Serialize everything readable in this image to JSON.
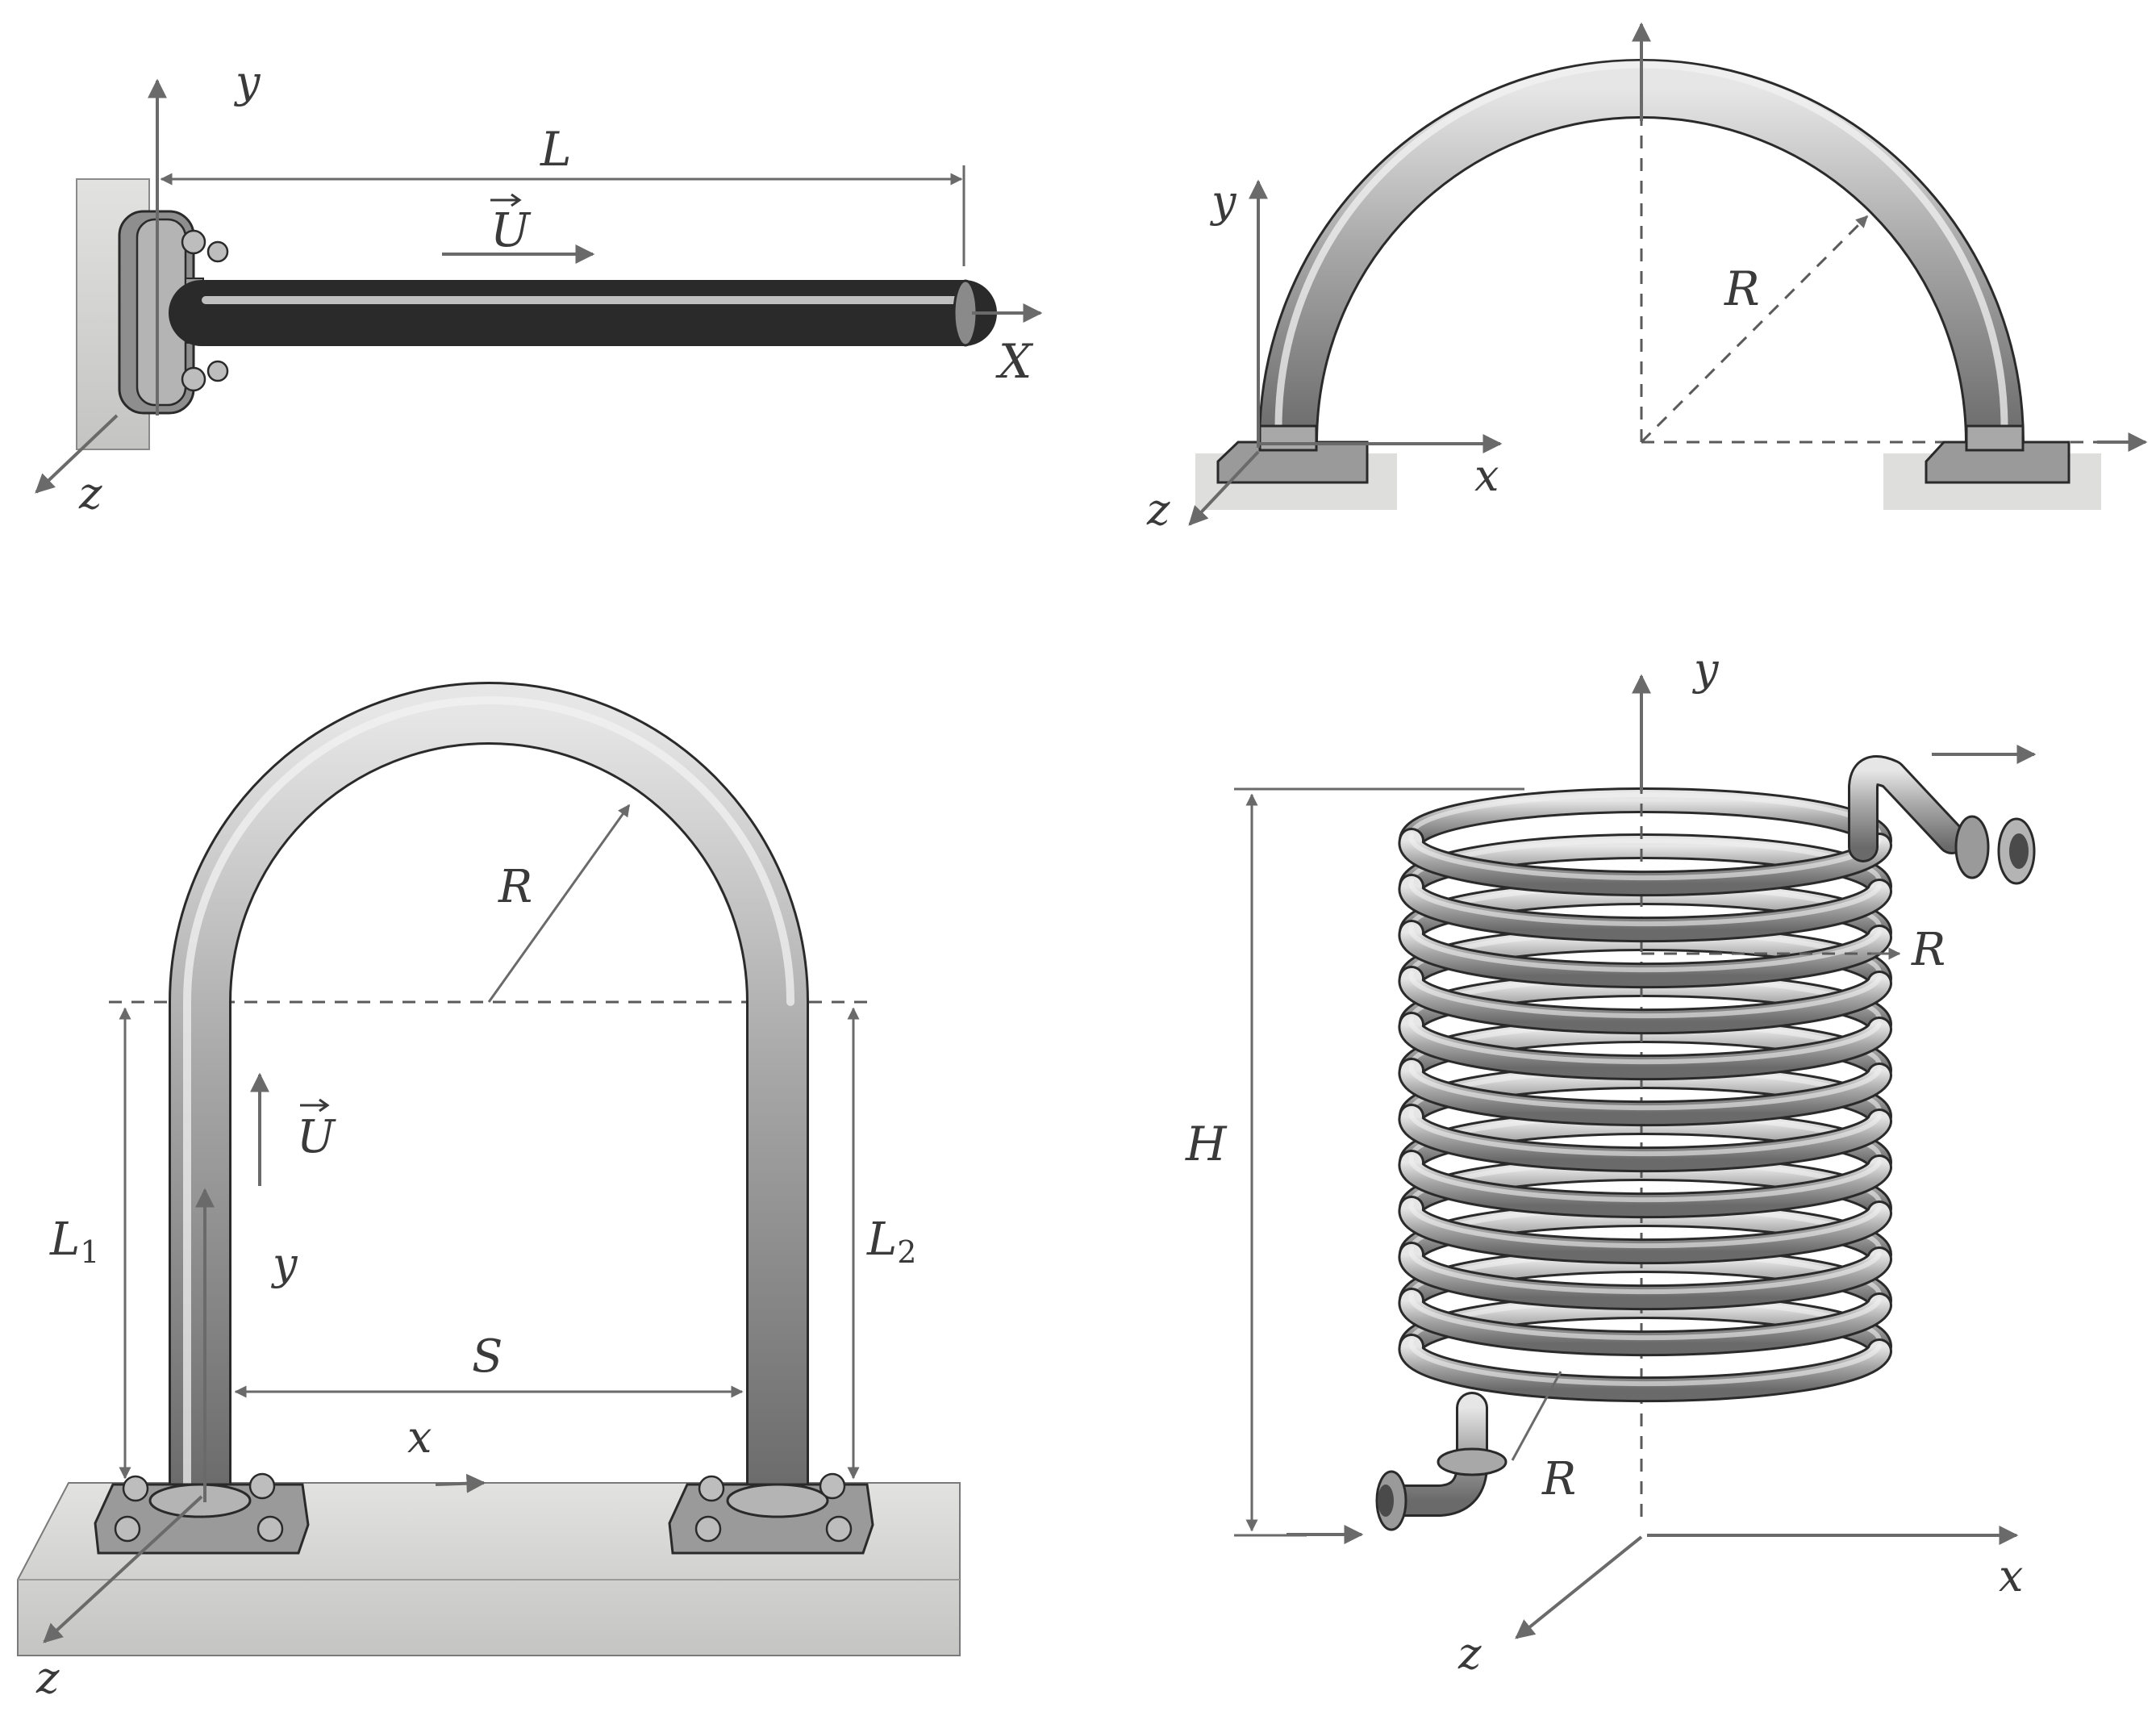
{
  "panels": {
    "straight_pipe": {
      "labels": {
        "y": "y",
        "z": "z",
        "x": "X",
        "length": "L",
        "velocity": "U"
      }
    },
    "semicircle_pipe": {
      "labels": {
        "y": "y",
        "z": "z",
        "x": "x",
        "radius": "R"
      }
    },
    "u_bend_pipe": {
      "labels": {
        "radius": "R",
        "velocity": "U",
        "left_length": "L",
        "left_sub": "1",
        "right_length": "L",
        "right_sub": "2",
        "y": "y",
        "spacing": "S",
        "x": "x",
        "z": "z"
      }
    },
    "helical_coil": {
      "labels": {
        "y": "y",
        "radius_top": "R",
        "height": "H",
        "radius_bottom": "R",
        "x": "x",
        "z": "z"
      }
    }
  },
  "colors": {
    "tube": "#9c9c9c",
    "axis": "#6a6a6a",
    "label": "#3a3a3a",
    "concrete": "#d4d4d2"
  },
  "icons": [
    "vector-arrow-icon",
    "flange-icon",
    "bolt-icon",
    "base-plate-icon"
  ]
}
